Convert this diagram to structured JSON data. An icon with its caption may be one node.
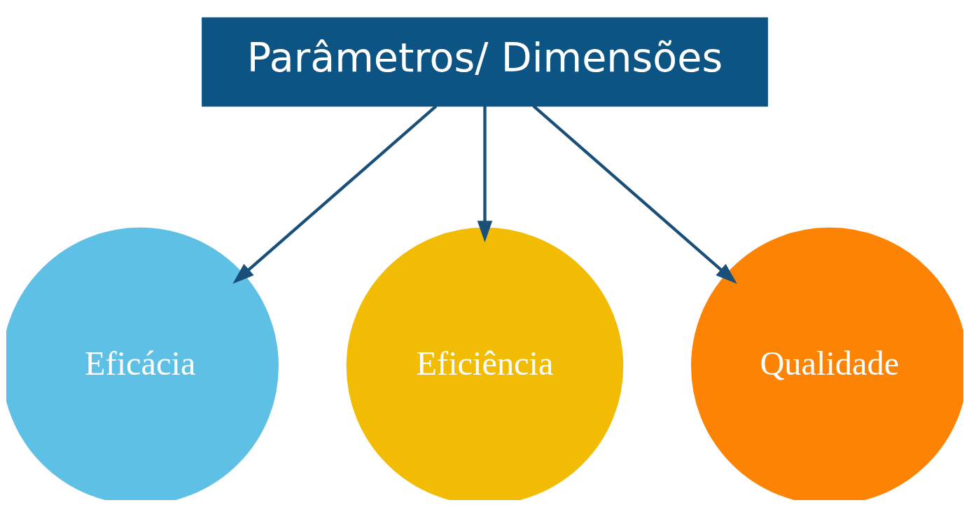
{
  "diagram": {
    "nodes": [
      {
        "text": [
          "Parâmetros/ Dimensões"
        ]
      },
      {
        "text": [
          "Eficácia"
        ]
      },
      {
        "text": [
          "Eficiência"
        ]
      },
      {
        "text": [
          "Qualidade"
        ]
      }
    ],
    "edges": [
      {
        "from": 0,
        "to": 1,
        "arrow": "to"
      },
      {
        "from": 0,
        "to": 2,
        "arrow": "to"
      },
      {
        "from": 0,
        "to": 3,
        "arrow": "to"
      }
    ]
  }
}
